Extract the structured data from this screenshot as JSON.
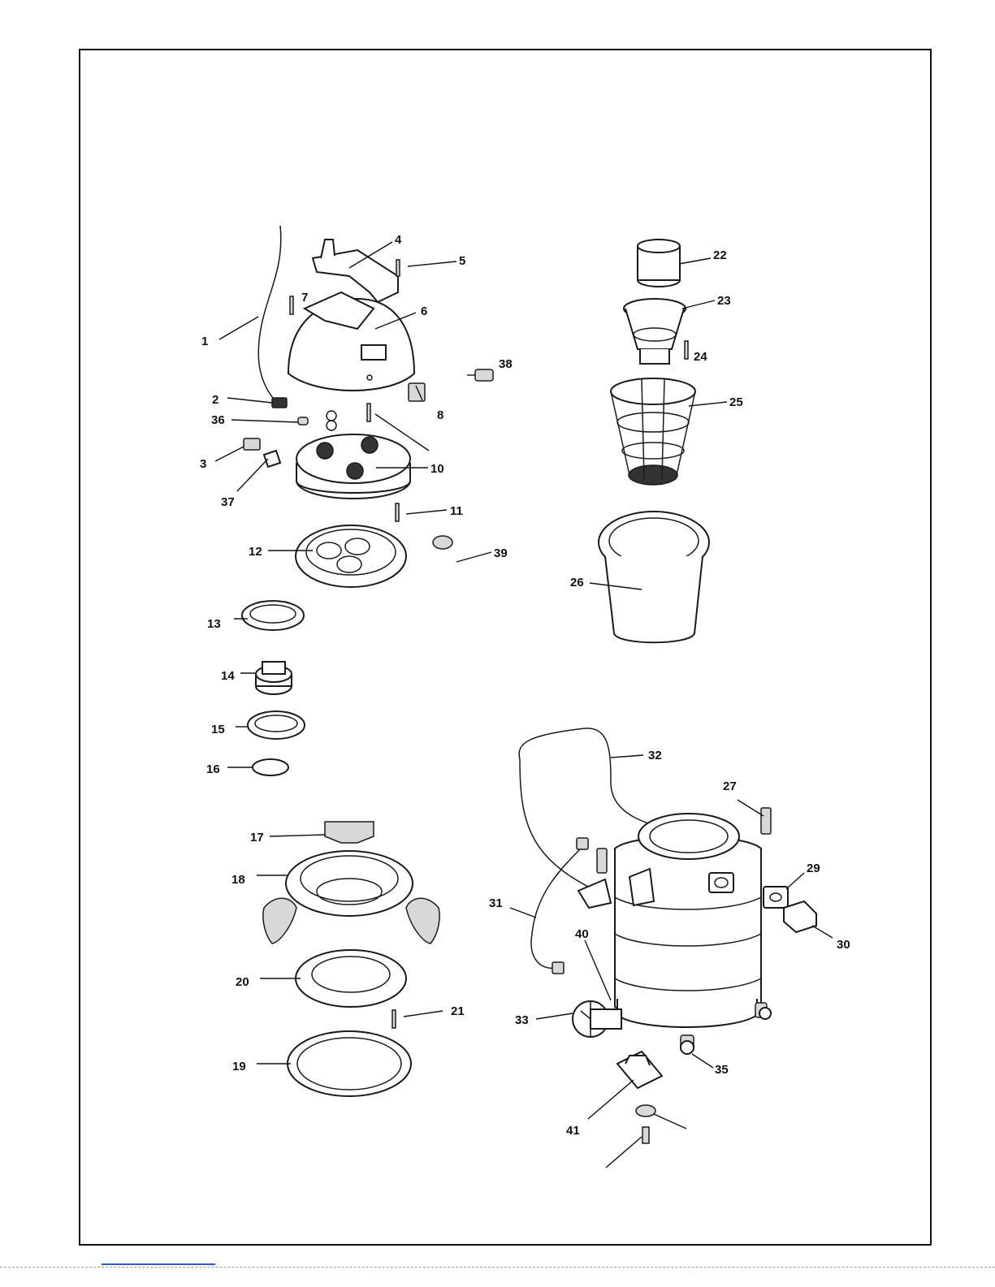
{
  "labels": [
    "1",
    "2",
    "3",
    "4",
    "5",
    "6",
    "7",
    "8",
    "10",
    "11",
    "12",
    "13",
    "14",
    "15",
    "16",
    "17",
    "18",
    "19",
    "20",
    "21",
    "22",
    "23",
    "24",
    "25",
    "26",
    "27",
    "29",
    "30",
    "31",
    "32",
    "33",
    "35",
    "36",
    "37",
    "38",
    "39",
    "40",
    "41"
  ]
}
